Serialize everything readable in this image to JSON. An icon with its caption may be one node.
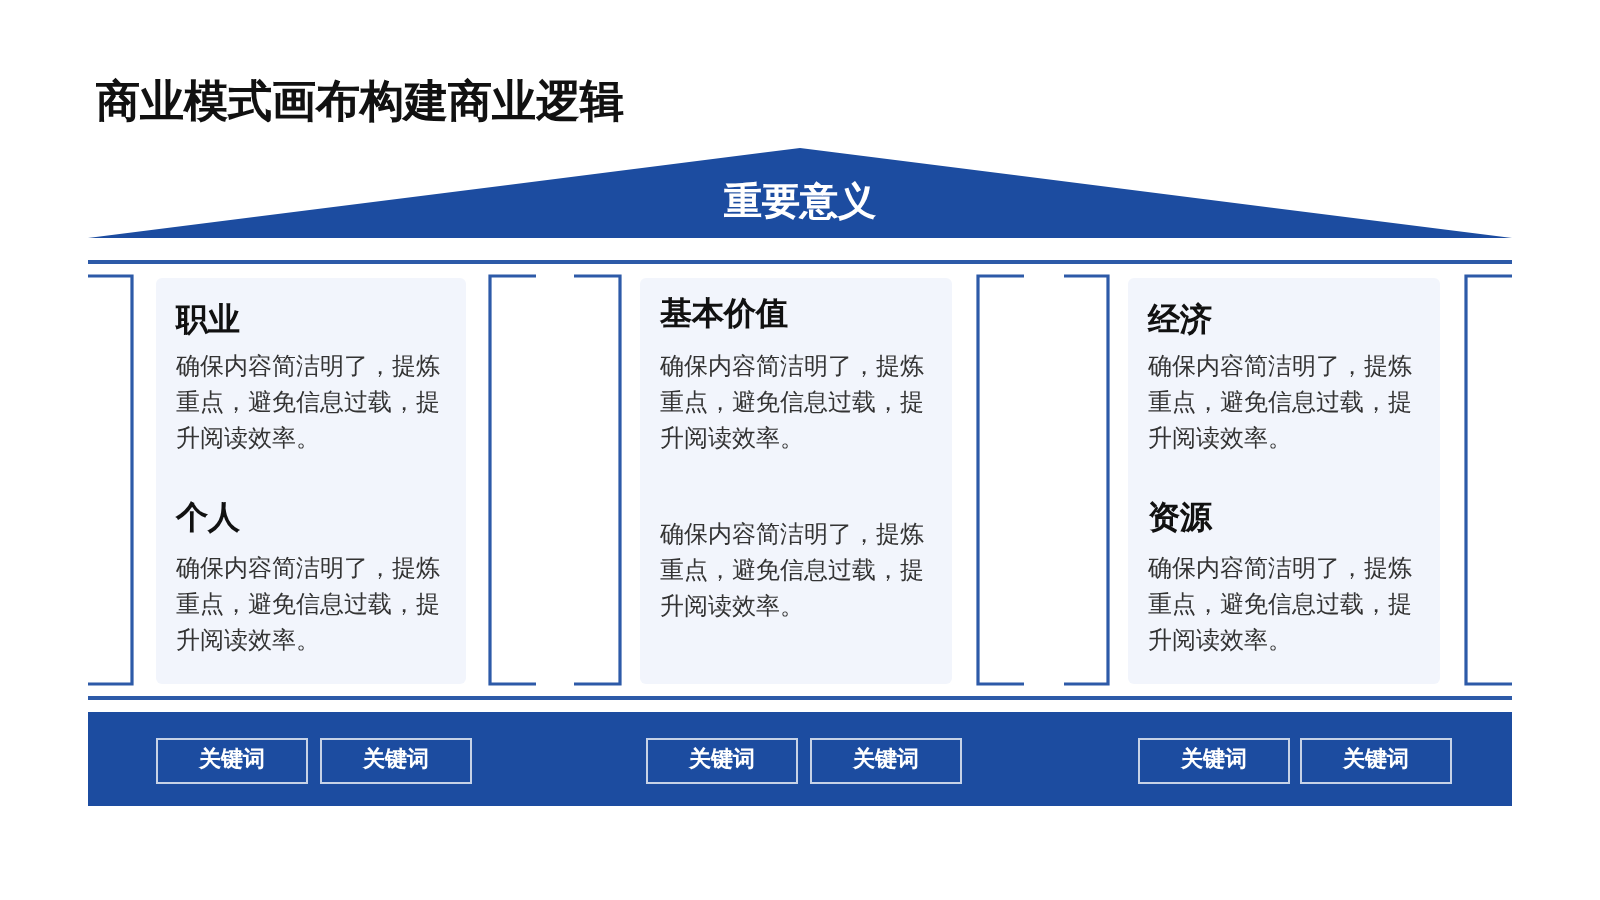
{
  "diagram": {
    "title": "商业模式画布构建商业逻辑",
    "nodes": [
      {
        "text": [
          "重要意义"
        ]
      },
      {
        "text": [
          "职业",
          "确保内容简洁明了，提炼重点，避免信息过载，提升阅读效率。",
          "个人",
          "确保内容简洁明了，提炼重点，避免信息过载，提升阅读效率。"
        ]
      },
      {
        "text": [
          "基本价值",
          "确保内容简洁明了，提炼重点，避免信息过载，提升阅读效率。",
          "确保内容简洁明了，提炼重点，避免信息过载，提升阅读效率。"
        ]
      },
      {
        "text": [
          "经济",
          "确保内容简洁明了，提炼重点，避免信息过载，提升阅读效率。",
          "资源",
          "确保内容简洁明了，提炼重点，避免信息过载，提升阅读效率。"
        ]
      },
      {
        "text": [],
        "shape": "bar"
      },
      {
        "text": [
          "关键词"
        ],
        "in": 4
      },
      {
        "text": [
          "关键词"
        ],
        "in": 4
      },
      {
        "text": [
          "关键词"
        ],
        "in": 4
      },
      {
        "text": [
          "关键词"
        ],
        "in": 4
      },
      {
        "text": [
          "关键词"
        ],
        "in": 4
      },
      {
        "text": [
          "关键词"
        ],
        "in": 4
      }
    ]
  }
}
